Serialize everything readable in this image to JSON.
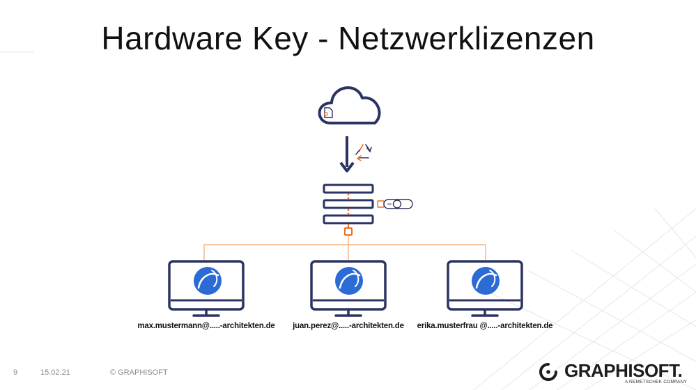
{
  "slide": {
    "title": "Hardware Key - Netzwerklizenzen"
  },
  "users": [
    {
      "email": "max.mustermann@.....-architekten.de"
    },
    {
      "email": "juan.perez@.....-architekten.de"
    },
    {
      "email": "erika.musterfrau @.....-architekten.de"
    }
  ],
  "footer": {
    "page_number": "9",
    "date": "15.02.21",
    "copyright": "© GRAPHISOFT"
  },
  "logo": {
    "name": "GRAPHISOFT.",
    "tagline": "A NEMETSCHEK COMPANY"
  },
  "colors": {
    "navy": "#2a3361",
    "orange": "#f26b21",
    "accent_blue": "#2b6bd6"
  },
  "icons": [
    "cloud-icon",
    "license-file-icon",
    "arrow-down-icon",
    "sync-triangle-icon",
    "server-icon",
    "usb-key-icon",
    "monitor-icon",
    "archicad-logo-icon"
  ]
}
